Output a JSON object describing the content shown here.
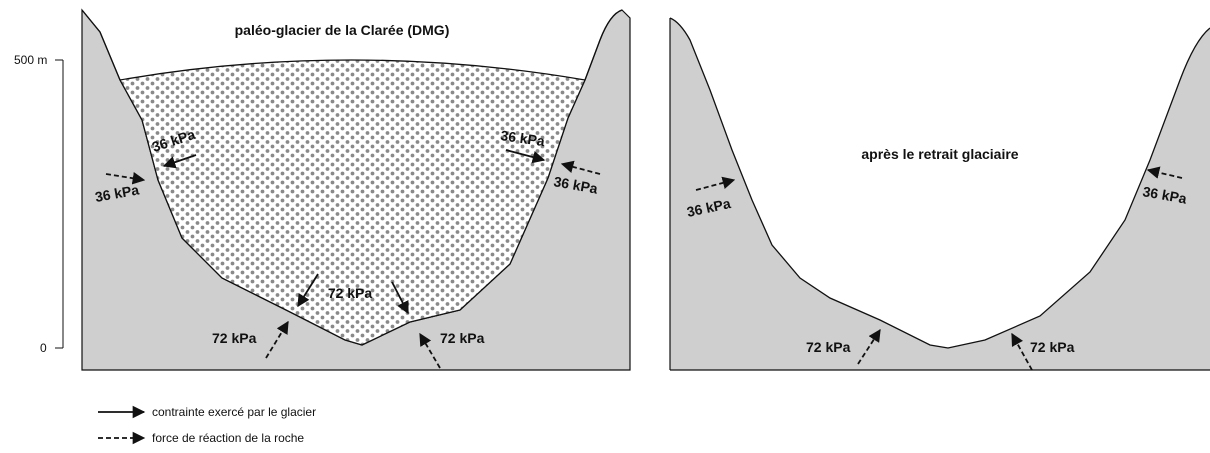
{
  "scale": {
    "top_label": "500 m",
    "bottom_label": "0"
  },
  "left_panel": {
    "title": "paléo-glacier de la Clarée (DMG)",
    "glacier_stress_left": "36 kPa",
    "glacier_stress_right": "36 kPa",
    "glacier_stress_bottom": "72 kPa",
    "rock_reaction_left": "36 kPa",
    "rock_reaction_right": "36 kPa",
    "rock_reaction_bottom_left": "72 kPa",
    "rock_reaction_bottom_right": "72 kPa"
  },
  "right_panel": {
    "title": "après le retrait glaciaire",
    "rock_reaction_left": "36 kPa",
    "rock_reaction_right": "36 kPa",
    "rock_reaction_bottom_left": "72 kPa",
    "rock_reaction_bottom_right": "72 kPa"
  },
  "legend": {
    "solid_label": "contrainte exercé par le glacier",
    "dashed_label": "force de réaction de la roche"
  },
  "colors": {
    "rock": "#cfcfcf",
    "glacier_dots": "#8a8a8a",
    "line": "#111111"
  }
}
